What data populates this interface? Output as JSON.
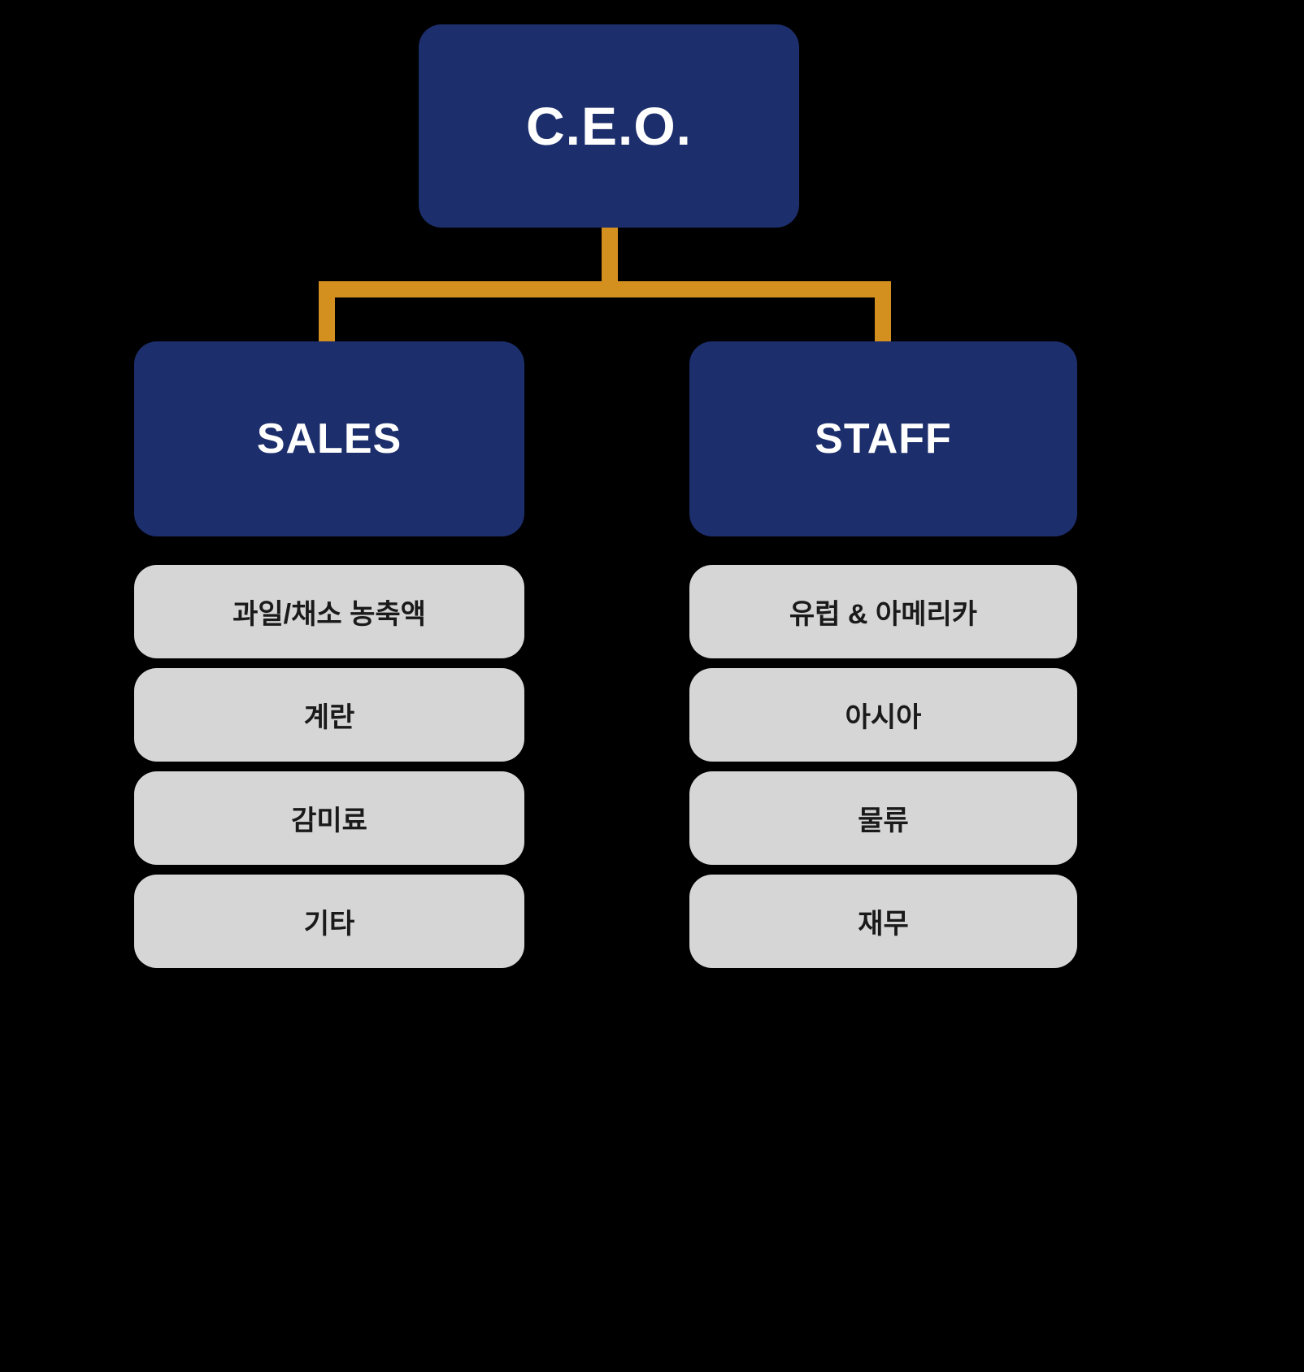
{
  "colors": {
    "background": "#000000",
    "node_primary": "#1C2E6B",
    "connector": "#D4901E",
    "leaf_fill": "#D6D6D6",
    "node_text": "#FFFFFF",
    "leaf_text": "#1A1A1A"
  },
  "chart_data": {
    "type": "diagram",
    "diagram_type": "organization-chart",
    "title": "",
    "root": {
      "id": "ceo",
      "label": "C.E.O.",
      "children": [
        {
          "id": "sales",
          "label": "SALES",
          "children": [
            {
              "id": "sales-1",
              "label": "과일/채소 농축액"
            },
            {
              "id": "sales-2",
              "label": "계란"
            },
            {
              "id": "sales-3",
              "label": "감미료"
            },
            {
              "id": "sales-4",
              "label": "기타"
            }
          ]
        },
        {
          "id": "staff",
          "label": "STAFF",
          "children": [
            {
              "id": "staff-1",
              "label": "유럽 & 아메리카"
            },
            {
              "id": "staff-2",
              "label": "아시아"
            },
            {
              "id": "staff-3",
              "label": "물류"
            },
            {
              "id": "staff-4",
              "label": "재무"
            }
          ]
        }
      ]
    }
  },
  "org": {
    "ceo": {
      "label": "C.E.O."
    },
    "sales": {
      "label": "SALES",
      "items": [
        {
          "label": "과일/채소 농축액"
        },
        {
          "label": "계란"
        },
        {
          "label": "감미료"
        },
        {
          "label": "기타"
        }
      ]
    },
    "staff": {
      "label": "STAFF",
      "items": [
        {
          "label": "유럽 & 아메리카"
        },
        {
          "label": "아시아"
        },
        {
          "label": "물류"
        },
        {
          "label": "재무"
        }
      ]
    }
  }
}
